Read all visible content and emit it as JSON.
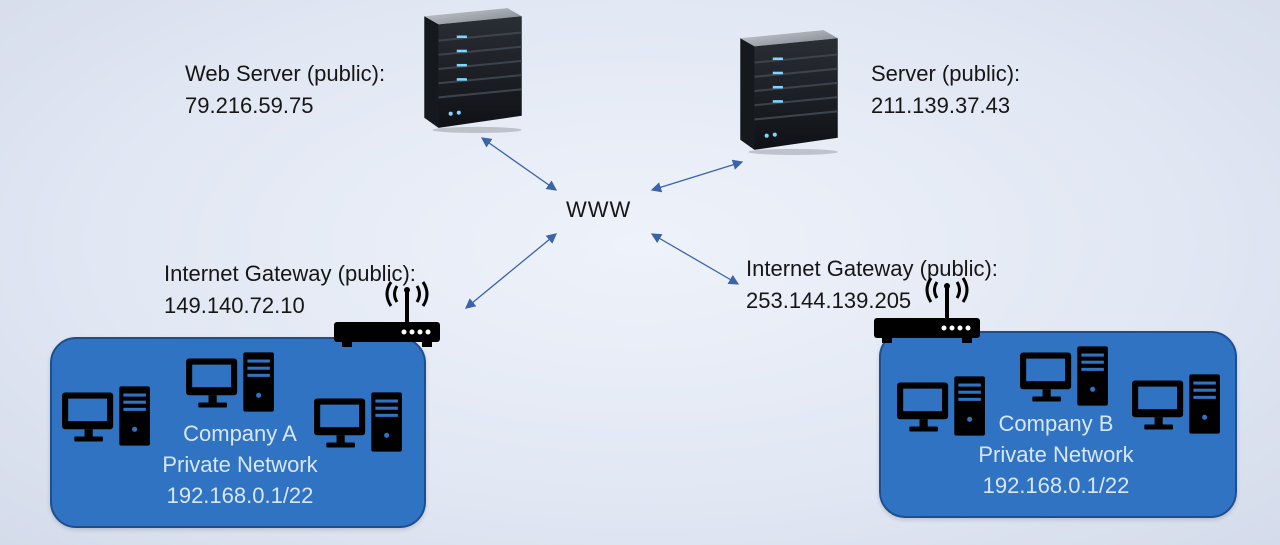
{
  "center": {
    "label": "WWW"
  },
  "web_server": {
    "line1": "Web Server (public):",
    "line2": "79.216.59.75"
  },
  "server": {
    "line1": "Server (public):",
    "line2": "211.139.37.43"
  },
  "gateway_a": {
    "line1": "Internet Gateway (public):",
    "line2": "149.140.72.10"
  },
  "gateway_b": {
    "line1": "Internet Gateway (public):",
    "line2": "253.144.139.205"
  },
  "network_a": {
    "line1": "Company A",
    "line2": "Private Network",
    "line3": "192.168.0.1/22"
  },
  "network_b": {
    "line1": "Company B",
    "line2": "Private Network",
    "line3": "192.168.0.1/22"
  },
  "icons": [
    "server-icon",
    "router-icon",
    "computer-icon"
  ]
}
